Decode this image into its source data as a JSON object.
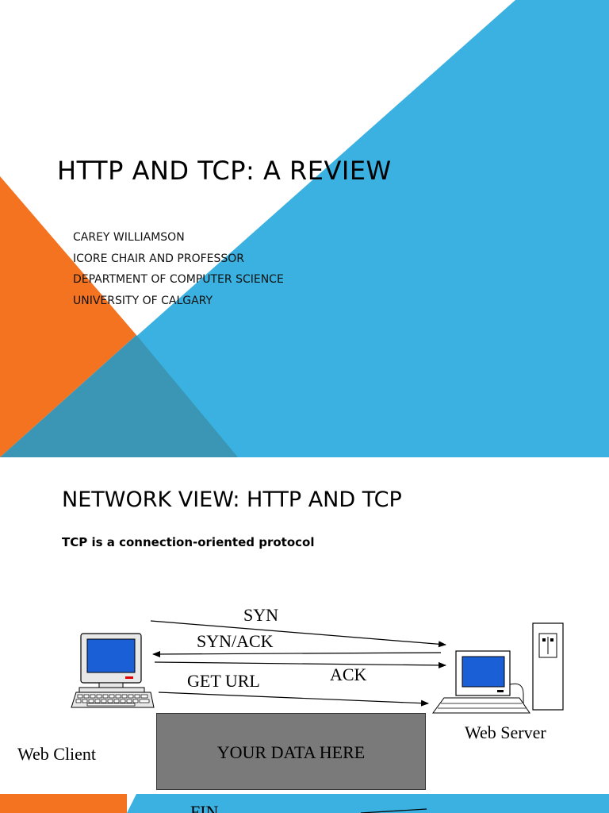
{
  "slide1": {
    "title": "HTTP AND TCP: A REVIEW",
    "subtitle_lines": [
      "CAREY WILLIAMSON",
      "ICORE CHAIR AND PROFESSOR",
      "DEPARTMENT OF COMPUTER SCIENCE",
      "UNIVERSITY OF CALGARY"
    ],
    "colors": {
      "orange": "#f47321",
      "blue": "#3ab1e0",
      "teal": "#3a96b4"
    }
  },
  "slide2": {
    "title": "NETWORK VIEW: HTTP AND TCP",
    "bullet": "TCP is a connection-oriented protocol",
    "labels": {
      "syn": "SYN",
      "syn_ack": "SYN/ACK",
      "ack": "ACK",
      "get_url": "GET URL",
      "web_client": "Web Client",
      "web_server": "Web Server",
      "data_box": "YOUR DATA HERE"
    },
    "colors": {
      "screen": "#1a5fd6",
      "box": "#7a7a7a"
    }
  },
  "slide3": {
    "partial_label": "FIN"
  }
}
